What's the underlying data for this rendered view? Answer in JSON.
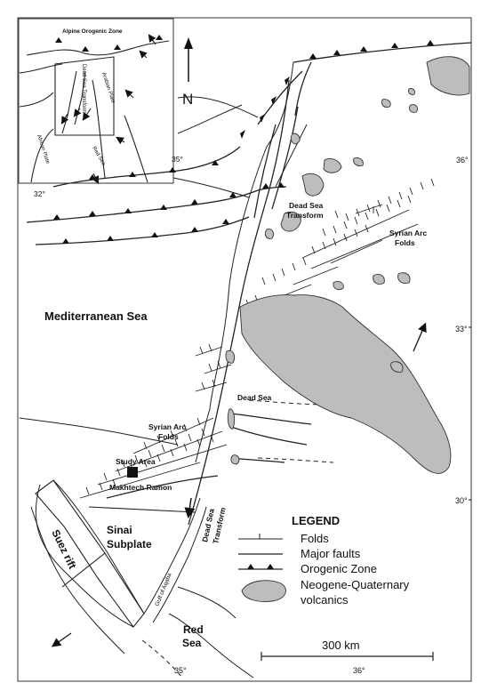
{
  "inset": {
    "title": "Alpine Orogenic Zone",
    "dead_sea_transform": "Dead Sea Transform",
    "arabian_plate": "Arabian Plate",
    "african_plate": "African Plate",
    "red_sea": "Red Sea",
    "lon_32": "32°",
    "lon_35": "35°"
  },
  "north_label": "N",
  "labels": {
    "mediterranean": "Mediterranean Sea",
    "dst_north_1": "Dead Sea",
    "dst_north_2": "Transform",
    "syrian_arc_ne_1": "Syrian Arc",
    "syrian_arc_ne_2": "Folds",
    "syrian_arc_sw_1": "Syrian Arc",
    "syrian_arc_sw_2": "Folds",
    "dead_sea": "Dead Sea",
    "study_area": "Study Area",
    "makhtech_ramon": "Makhtech Ramon",
    "sinai_1": "Sinai",
    "sinai_2": "Subplate",
    "suez_rift": "Suez rift",
    "gulf_aqaba": "Gulf of Aqaba",
    "dst_south_1": "Dead Sea",
    "dst_south_2": "Transform",
    "red_sea_1": "Red",
    "red_sea_2": "Sea"
  },
  "coords": {
    "lon_36_top": "36°",
    "lat_33": "33°",
    "lat_30": "30°",
    "lon_35_bottom": "35°",
    "lon_36_bottom": "36°"
  },
  "legend": {
    "title": "LEGEND",
    "items": [
      {
        "symbol": "folds",
        "label": "Folds"
      },
      {
        "symbol": "faults",
        "label": "Major faults"
      },
      {
        "symbol": "orogenic",
        "label": "Orogenic Zone"
      },
      {
        "symbol": "volcanics",
        "label": "Neogene-Quaternary"
      }
    ],
    "volcanics_line2": "volcanics"
  },
  "scale": {
    "label": "300 km"
  },
  "colors": {
    "volcanics": "#bdbdbd",
    "ink": "#222222",
    "frame": "#555555"
  }
}
